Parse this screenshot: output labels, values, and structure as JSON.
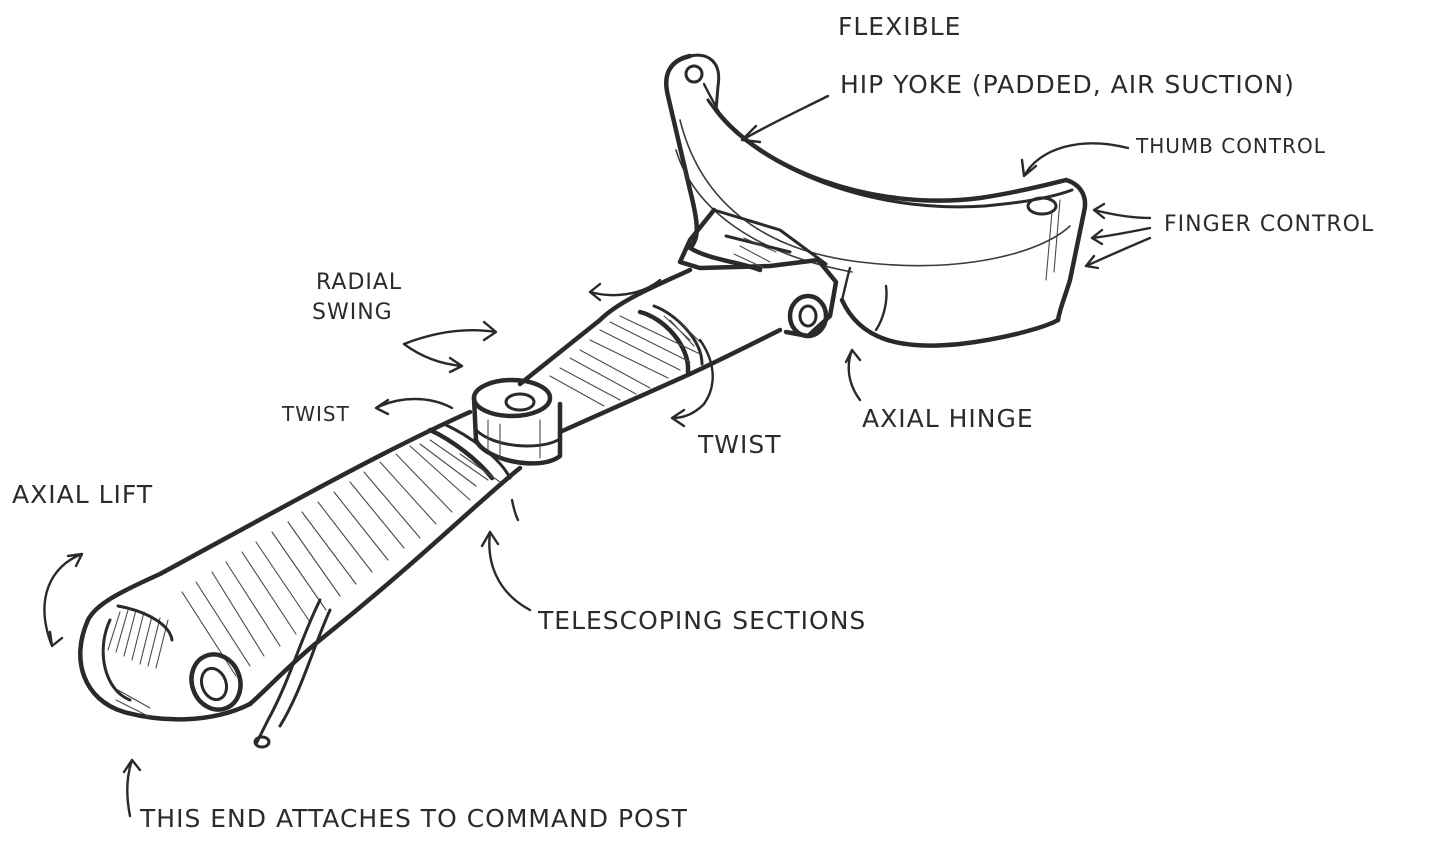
{
  "labels": {
    "flexible": "FLEXIBLE",
    "hip_yoke": "HIP YOKE (PADDED, AIR SUCTION)",
    "thumb_control": "THUMB CONTROL",
    "finger_control": "FINGER CONTROL",
    "radial_swing_line1": "RADIAL",
    "radial_swing_line2": "SWING",
    "twist_left": "TWIST",
    "twist_right": "TWIST",
    "axial_hinge": "AXIAL HINGE",
    "axial_lift": "AXIAL LIFT",
    "telescoping_sections": "TELESCOPING SECTIONS",
    "attach_note": "THIS END ATTACHES TO COMMAND POST"
  },
  "colors": {
    "ink": "#2a2a2a",
    "paper": "#ffffff"
  }
}
